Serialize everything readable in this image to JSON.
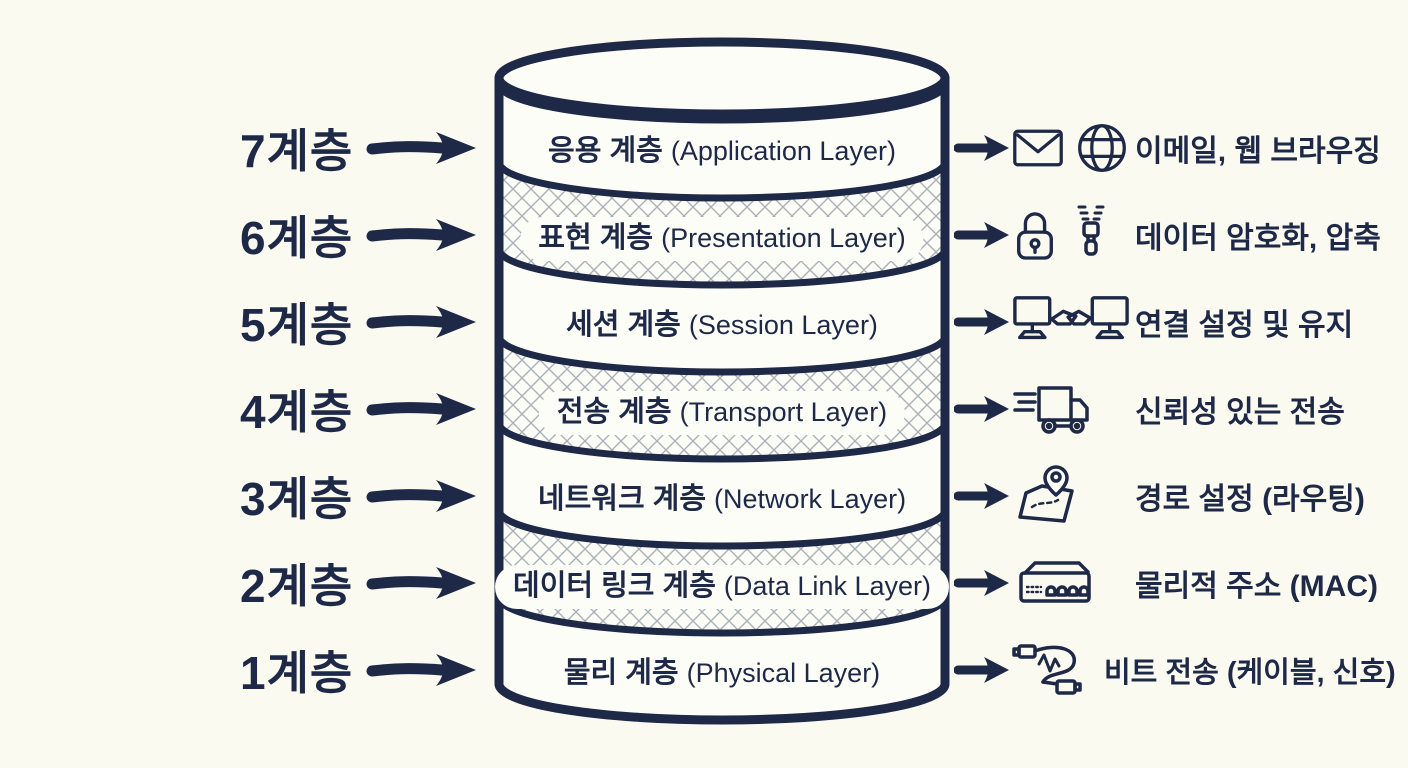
{
  "diagram": {
    "type": "osi-7-layer-cylinder-stack",
    "colors": {
      "ink_navy": "#1e2947",
      "background_cream": "#fbfaf1",
      "band_white": "#fdfdf8",
      "hatch_gray": "#aab0b8"
    },
    "layers": [
      {
        "num_label": "7계층",
        "name_kr": "응용 계층",
        "name_en": "(Application Layer)",
        "hatched": false,
        "icons": [
          "envelope-icon",
          "globe-icon"
        ],
        "description": "이메일, 웹 브라우징"
      },
      {
        "num_label": "6계층",
        "name_kr": "표현 계층",
        "name_en": "(Presentation Layer)",
        "hatched": true,
        "icons": [
          "lock-icon",
          "zipper-icon"
        ],
        "description": "데이터 암호화, 압축"
      },
      {
        "num_label": "5계층",
        "name_kr": "세션 계층",
        "name_en": "(Session Layer)",
        "hatched": false,
        "icons": [
          "computers-handshake-icon"
        ],
        "description": "연결 설정 및 유지"
      },
      {
        "num_label": "4계층",
        "name_kr": "전송 계층",
        "name_en": "(Transport Layer)",
        "hatched": true,
        "icons": [
          "truck-icon"
        ],
        "description": "신뢰성 있는 전송"
      },
      {
        "num_label": "3계층",
        "name_kr": "네트워크 계층",
        "name_en": "(Network Layer)",
        "hatched": false,
        "icons": [
          "map-pin-icon"
        ],
        "description": "경로 설정 (라우팅)"
      },
      {
        "num_label": "2계층",
        "name_kr": "데이터 링크 계층",
        "name_en": "(Data Link Layer)",
        "hatched": true,
        "icons": [
          "network-switch-icon"
        ],
        "description": "물리적 주소 (MAC)"
      },
      {
        "num_label": "1계층",
        "name_kr": "물리 계층",
        "name_en": "(Physical Layer)",
        "hatched": false,
        "icons": [
          "cable-icon"
        ],
        "description": "비트 전송 (케이블, 신호)"
      }
    ]
  }
}
